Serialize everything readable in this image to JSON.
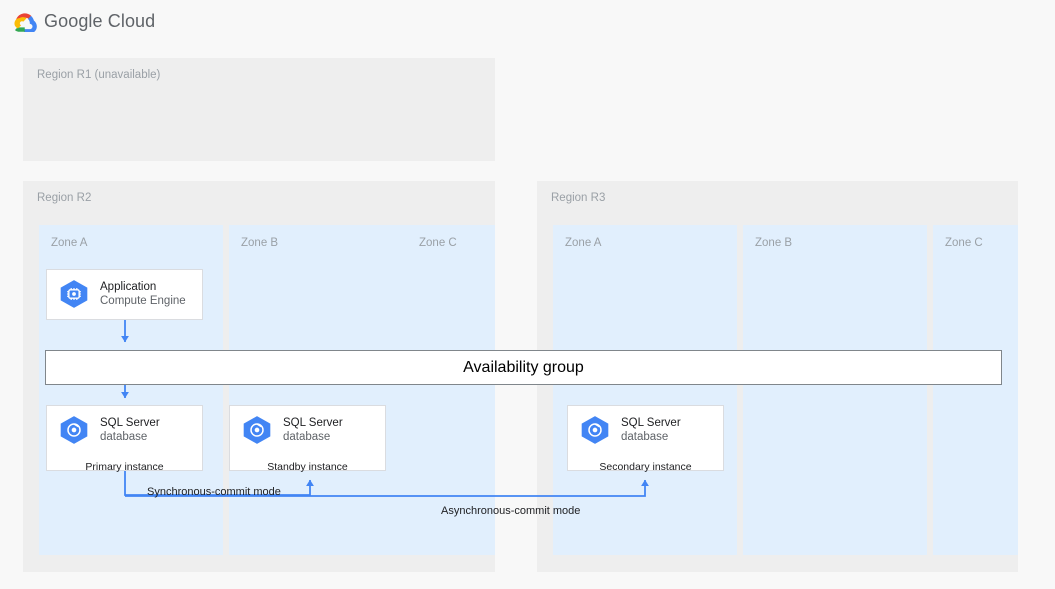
{
  "header": {
    "logo_icon": "google-cloud-logo-icon",
    "product_name": "Google Cloud"
  },
  "colors": {
    "page_background": "#f8f8f8",
    "region_background": "#eeeeee",
    "zone_background": "#e1effd",
    "card_background": "#ffffff",
    "card_border": "#dadce0",
    "connector_blue": "#4285f4",
    "muted_text": "#9aa0a6",
    "primary_text": "#202124",
    "icon_blue": "#4285f4",
    "availability_border": "#80868b"
  },
  "regions": [
    {
      "id": "r1",
      "label": "Region R1 (unavailable)",
      "zones": []
    },
    {
      "id": "r2",
      "label": "Region R2",
      "zones": [
        {
          "id": "r2-zone-a",
          "label": "Zone A"
        },
        {
          "id": "r2-zone-b",
          "label": "Zone B"
        },
        {
          "id": "r2-zone-c",
          "label": "Zone C"
        }
      ]
    },
    {
      "id": "r3",
      "label": "Region R3",
      "zones": [
        {
          "id": "r3-zone-a",
          "label": "Zone A"
        },
        {
          "id": "r3-zone-b",
          "label": "Zone B"
        },
        {
          "id": "r3-zone-c",
          "label": "Zone C"
        }
      ]
    }
  ],
  "cards": {
    "application": {
      "icon": "compute-engine-hexagon-icon",
      "title": "Application",
      "subtitle": "Compute Engine"
    },
    "primary": {
      "icon": "sql-server-database-hexagon-icon",
      "title": "SQL Server",
      "subtitle": "database",
      "footer": "Primary instance"
    },
    "standby": {
      "icon": "sql-server-database-hexagon-icon",
      "title": "SQL Server",
      "subtitle": "database",
      "footer": "Standby instance"
    },
    "secondary": {
      "icon": "sql-server-database-hexagon-icon",
      "title": "SQL Server",
      "subtitle": "database",
      "footer": "Secondary instance"
    }
  },
  "availability_group": {
    "label": "Availability group"
  },
  "connections": [
    {
      "id": "app-to-ag",
      "label": "",
      "from": "application",
      "to": "availability-group"
    },
    {
      "id": "ag-to-primary",
      "label": "",
      "from": "availability-group",
      "to": "primary"
    },
    {
      "id": "primary-to-standby",
      "label": "Synchronous-commit mode",
      "from": "primary",
      "to": "standby"
    },
    {
      "id": "primary-to-secondary",
      "label": "Asynchronous-commit mode",
      "from": "primary",
      "to": "secondary"
    }
  ],
  "edge_labels": {
    "synchronous": "Synchronous-commit mode",
    "asynchronous": "Asynchronous-commit mode"
  }
}
